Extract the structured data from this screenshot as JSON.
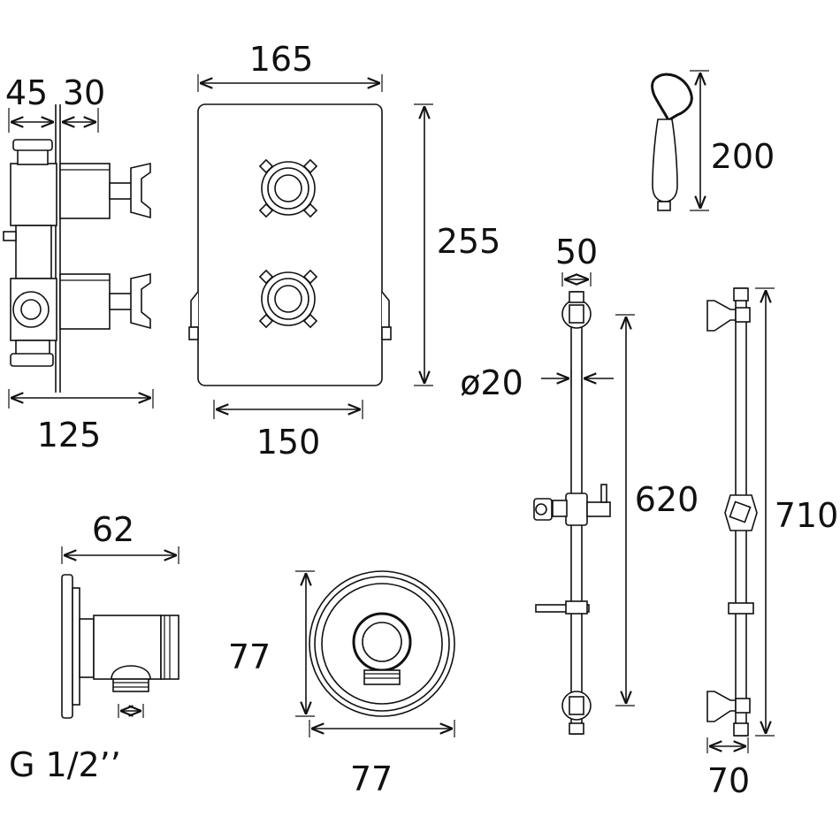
{
  "dimensions": {
    "valve_depth_front": "45",
    "valve_depth_rear": "30",
    "valve_total_depth": "125",
    "plate_height_total": "165",
    "plate_height": "255",
    "plate_width": "150",
    "handset_length": "200",
    "rail_bracket_depth": "50",
    "rail_diameter": "ø20",
    "rail_length": "620",
    "rail_overall_length": "710",
    "rail_side_depth": "70",
    "elbow_depth": "62",
    "elbow_thread": "G 1/2’’",
    "flange_height": "77",
    "flange_width": "77"
  }
}
